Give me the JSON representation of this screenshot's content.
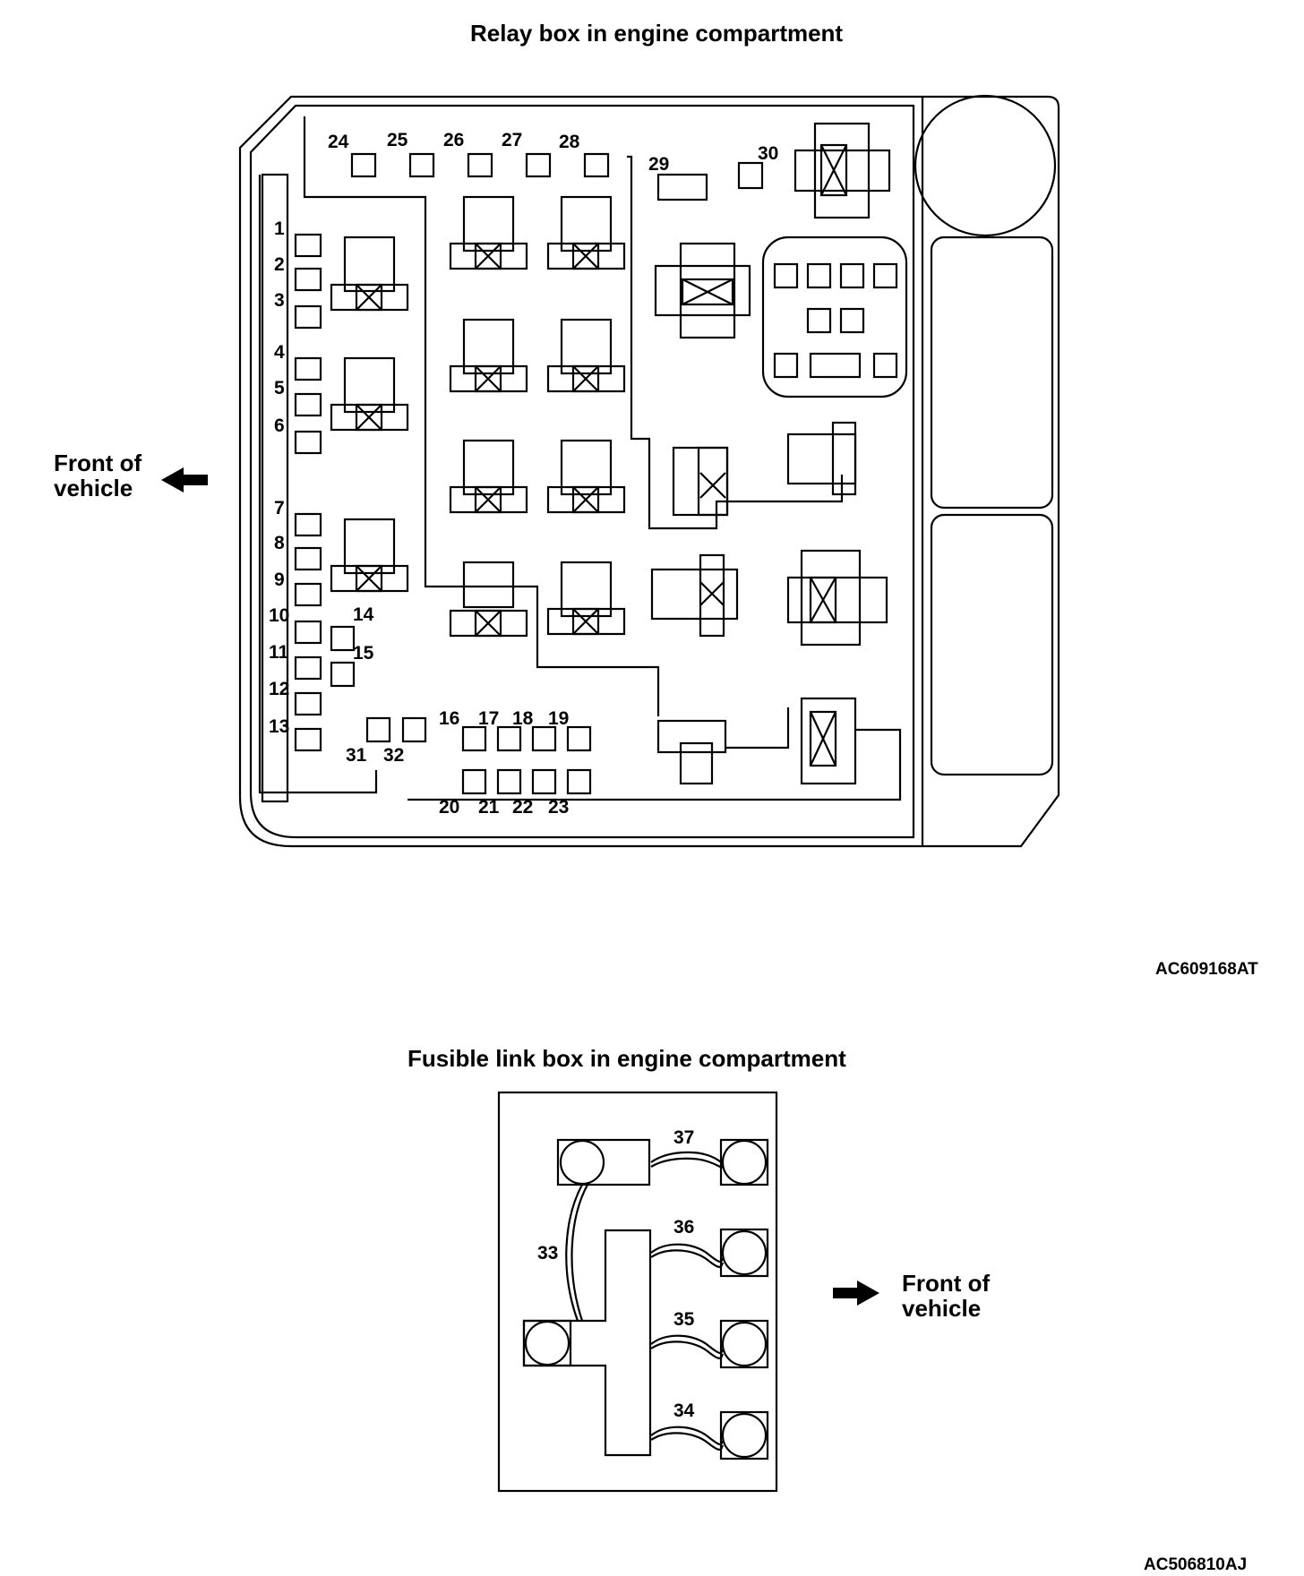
{
  "relay_box": {
    "title": "Relay box in engine compartment",
    "image_code": "AC609168AT",
    "front_label_line1": "Front of",
    "front_label_line2": "vehicle",
    "fuse_numbers": [
      "1",
      "2",
      "3",
      "4",
      "5",
      "6",
      "7",
      "8",
      "9",
      "10",
      "11",
      "12",
      "13",
      "14",
      "15",
      "16",
      "17",
      "18",
      "19",
      "20",
      "21",
      "22",
      "23",
      "24",
      "25",
      "26",
      "27",
      "28",
      "29",
      "30",
      "31",
      "32"
    ]
  },
  "fusible_link_box": {
    "title": "Fusible link box in engine compartment",
    "image_code": "AC506810AJ",
    "front_label_line1": "Front of",
    "front_label_line2": "vehicle",
    "link_numbers": [
      "33",
      "34",
      "35",
      "36",
      "37"
    ]
  }
}
